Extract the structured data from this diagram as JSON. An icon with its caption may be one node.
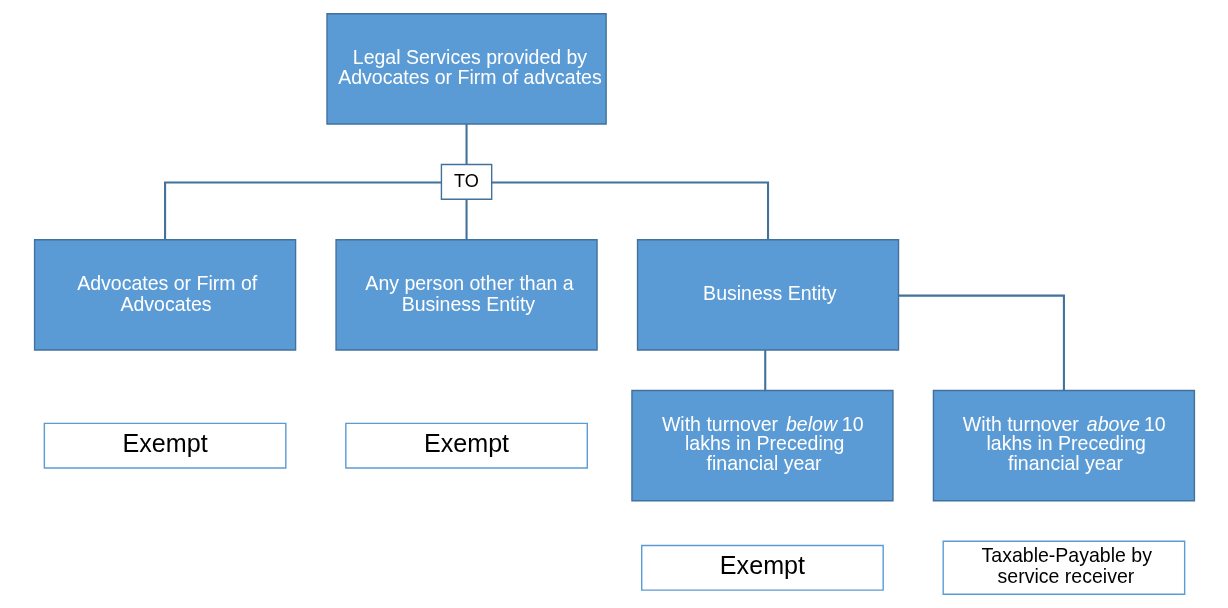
{
  "diagram": {
    "nodes": [
      {
        "text": [
          "Legal Services provided by Advocates or Firm of advcates"
        ]
      },
      {
        "text": [
          "TO"
        ]
      },
      {
        "text": [
          "Advocates or Firm of Advocates"
        ]
      },
      {
        "text": [
          "Exempt"
        ]
      },
      {
        "text": [
          "Any person other than a Business Entity"
        ]
      },
      {
        "text": [
          "Exempt"
        ]
      },
      {
        "text": [
          "Business Entity"
        ]
      },
      {
        "text": [
          "With turnover *below* 10 lakhs in Preceding financial year"
        ]
      },
      {
        "text": [
          "Exempt"
        ]
      },
      {
        "text": [
          "With turnover *above* 10 lakhs in Preceding financial year"
        ]
      },
      {
        "text": [
          "Taxable-Payable by service receiver"
        ]
      }
    ],
    "edges": [
      {
        "from": 0,
        "to": 1,
        "arrow": "none"
      },
      {
        "from": 1,
        "to": 2,
        "arrow": "none"
      },
      {
        "from": 1,
        "to": 4,
        "arrow": "none"
      },
      {
        "from": 1,
        "to": 6,
        "arrow": "none"
      },
      {
        "from": 6,
        "to": 7,
        "arrow": "none"
      },
      {
        "from": 6,
        "to": 9,
        "arrow": "none"
      }
    ]
  }
}
